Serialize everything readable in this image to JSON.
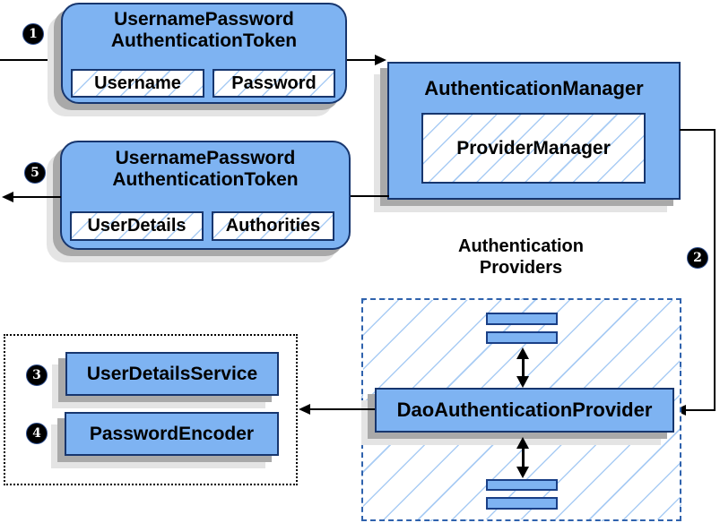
{
  "steps": {
    "one": "1",
    "two": "2",
    "three": "3",
    "four": "4",
    "five": "5"
  },
  "request_token": {
    "title_line1": "UsernamePassword",
    "title_line2": "AuthenticationToken",
    "field_username": "Username",
    "field_password": "Password"
  },
  "authentication_manager": {
    "title": "AuthenticationManager",
    "provider_manager": "ProviderManager"
  },
  "result_token": {
    "title_line1": "UsernamePassword",
    "title_line2": "AuthenticationToken",
    "field_user_details": "UserDetails",
    "field_authorities": "Authorities"
  },
  "authentication_providers": {
    "heading_line1": "Authentication",
    "heading_line2": "Providers",
    "dao_provider": "DaoAuthenticationProvider"
  },
  "collaborators": {
    "user_details_service": "UserDetailsService",
    "password_encoder": "PasswordEncoder"
  },
  "colors": {
    "node_fill": "#7eb3f2",
    "node_border": "#17366e",
    "hatch_line": "#a9ccf4",
    "providers_dashed_border": "#2f62ad",
    "shadow_dark": "#a9a9a9",
    "shadow_light": "#e4e4e4",
    "connector": "#000000",
    "badge_fill": "#000000",
    "badge_text": "#ffffff"
  }
}
